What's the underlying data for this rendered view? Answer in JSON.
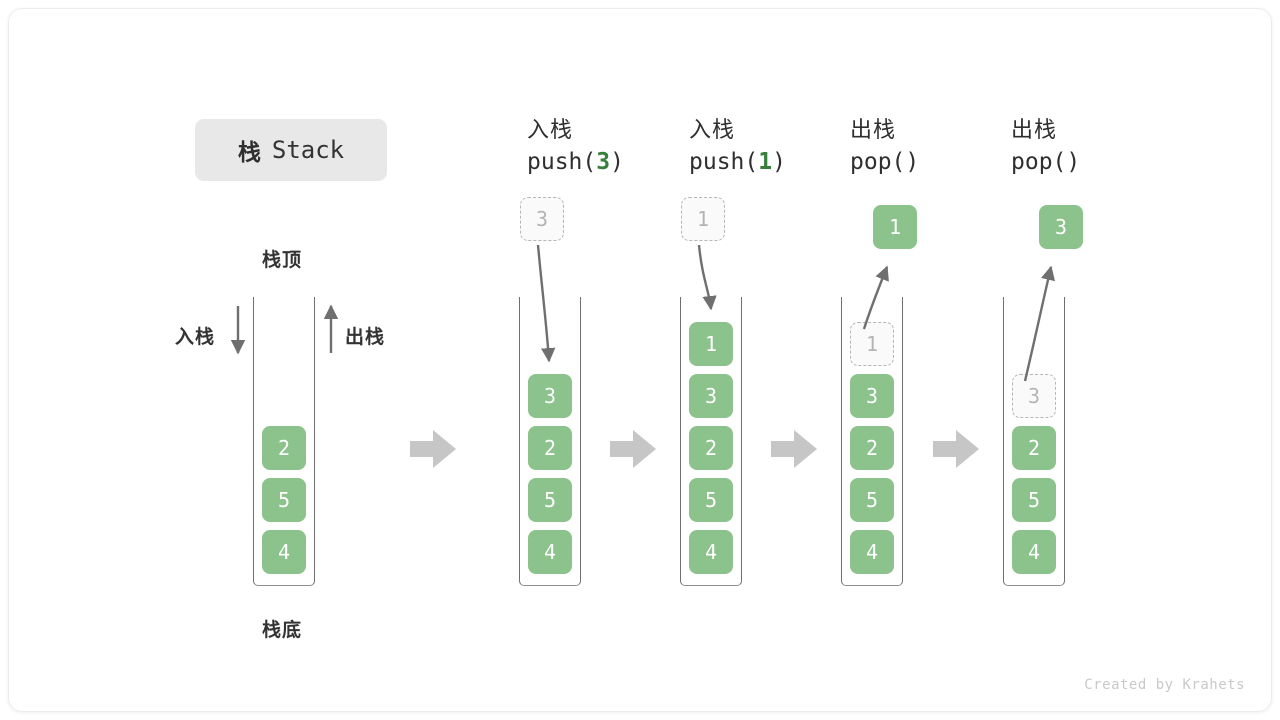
{
  "title": {
    "cn": "栈",
    "en": "Stack"
  },
  "labels": {
    "top": "栈顶",
    "bottom": "栈底",
    "push_side": "入栈",
    "pop_side": "出栈"
  },
  "credit": "Created by Krahets",
  "colors": {
    "cell_fill": "#8cc38c",
    "cell_text": "#ffffff",
    "ghost_fill": "#fafafa",
    "ghost_border": "#b6b6b6",
    "ghost_text": "#b4b4b4",
    "accent_green": "#37803c",
    "wall": "#6f6f6f",
    "block_arrow": "#c6c6c6",
    "curve_arrow": "#6f6f6f",
    "badge_bg": "#e8e8e8",
    "text": "#2f2f2f"
  },
  "columns": [
    {
      "id": "initial",
      "head_cn": "",
      "head_code_prefix": "",
      "head_code_arg": "",
      "head_code_suffix": "",
      "cells": [
        "2",
        "5",
        "4"
      ],
      "ghost_top": null,
      "ghost_in_stack": null,
      "popped": null
    },
    {
      "id": "push-3",
      "head_cn": "入栈",
      "head_code_prefix": "push(",
      "head_code_arg": "3",
      "head_code_suffix": ")",
      "cells": [
        "3",
        "2",
        "5",
        "4"
      ],
      "ghost_top": "3",
      "ghost_in_stack": null,
      "popped": null
    },
    {
      "id": "push-1",
      "head_cn": "入栈",
      "head_code_prefix": "push(",
      "head_code_arg": "1",
      "head_code_suffix": ")",
      "cells": [
        "1",
        "3",
        "2",
        "5",
        "4"
      ],
      "ghost_top": "1",
      "ghost_in_stack": null,
      "popped": null
    },
    {
      "id": "pop-1",
      "head_cn": "出栈",
      "head_code_prefix": "pop(",
      "head_code_arg": "",
      "head_code_suffix": ")",
      "cells": [
        "3",
        "2",
        "5",
        "4"
      ],
      "ghost_top": null,
      "ghost_in_stack": "1",
      "popped": "1"
    },
    {
      "id": "pop-3",
      "head_cn": "出栈",
      "head_code_prefix": "pop(",
      "head_code_arg": "",
      "head_code_suffix": ")",
      "cells": [
        "2",
        "5",
        "4"
      ],
      "ghost_top": null,
      "ghost_in_stack": "3",
      "popped": "3"
    }
  ],
  "flow_arrows": 4
}
